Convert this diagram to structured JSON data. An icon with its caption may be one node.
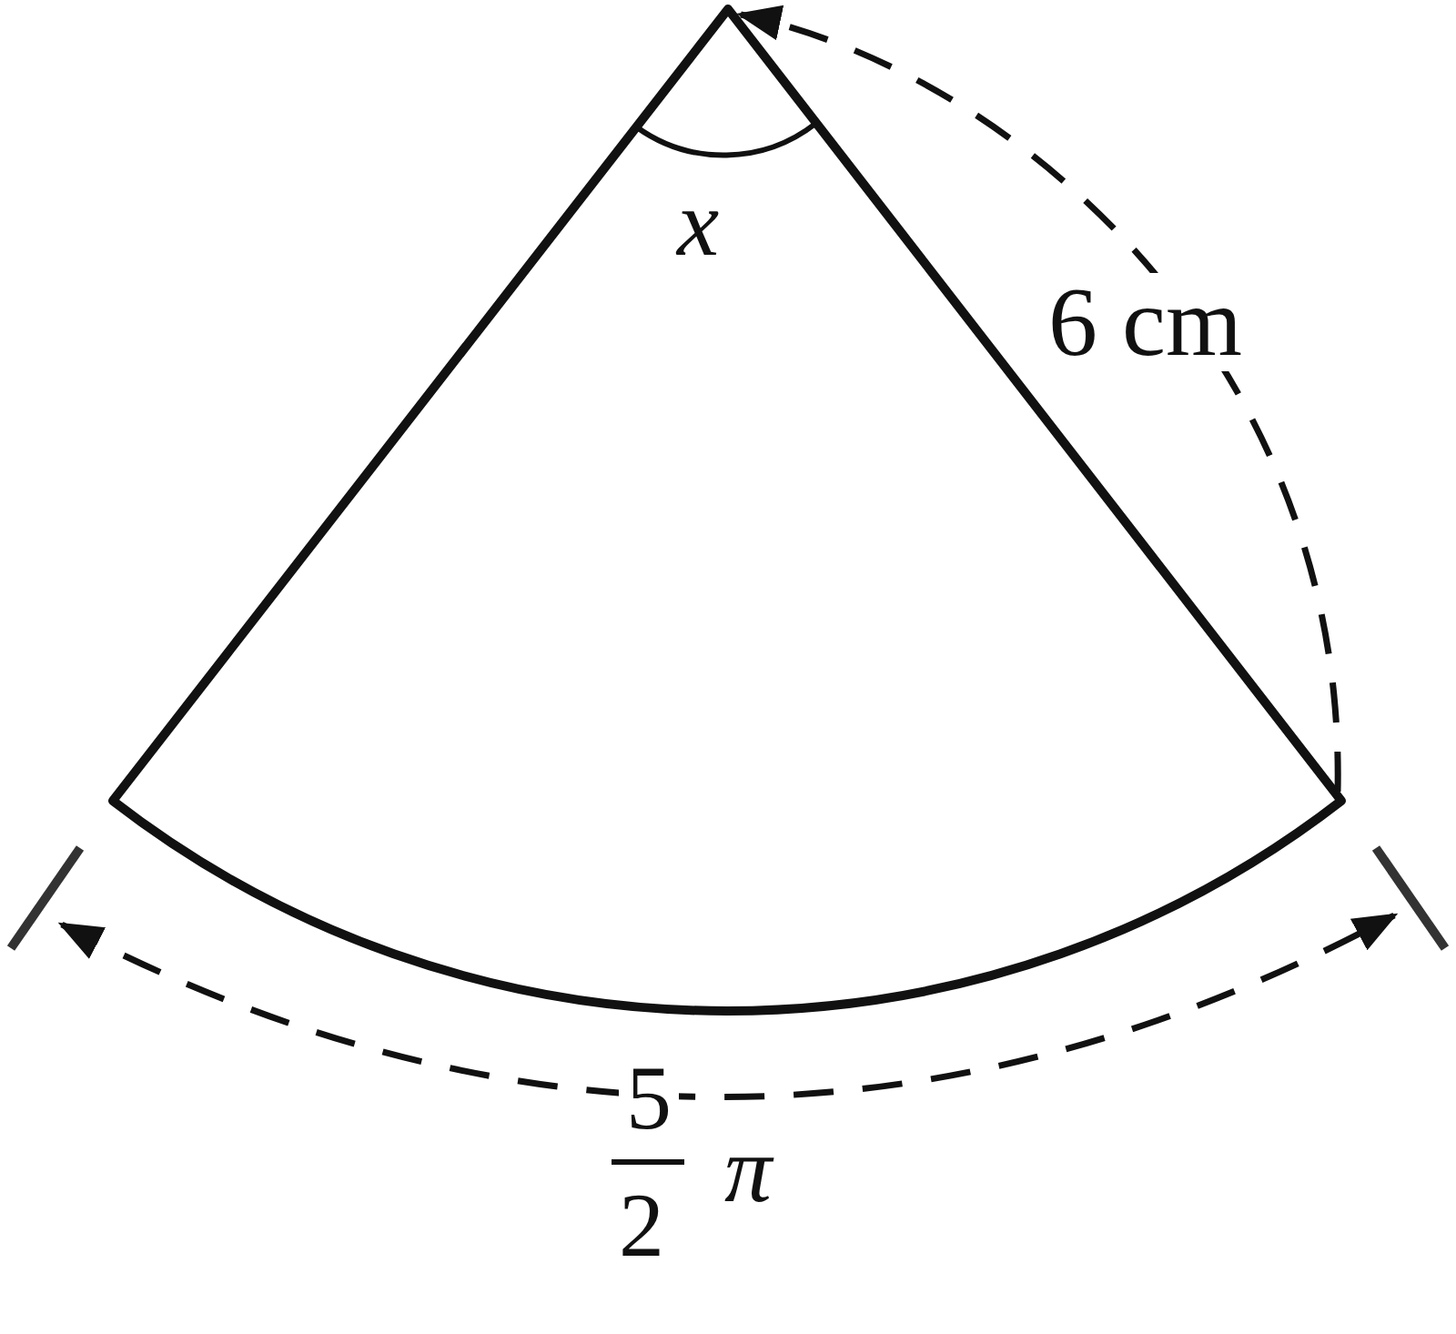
{
  "diagram": {
    "labels": [
      "x",
      "6 cm",
      "5",
      "2",
      "π"
    ]
  }
}
